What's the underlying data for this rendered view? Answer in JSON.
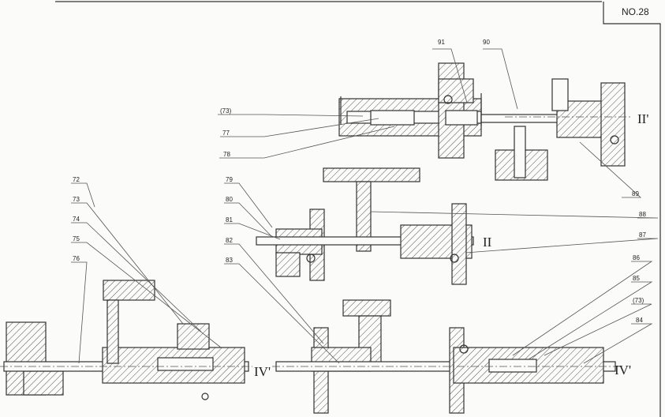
{
  "sheet_number": "NO.28",
  "roman_labels": [
    "II'",
    "II",
    "IV'",
    "IV'"
  ],
  "part_labels": [
    "91",
    "90",
    "(73)",
    "77",
    "78",
    "89",
    "72",
    "73",
    "74",
    "75",
    "76",
    "79",
    "80",
    "81",
    "82",
    "83",
    "88",
    "87",
    "86",
    "85",
    "(73)",
    "84"
  ]
}
